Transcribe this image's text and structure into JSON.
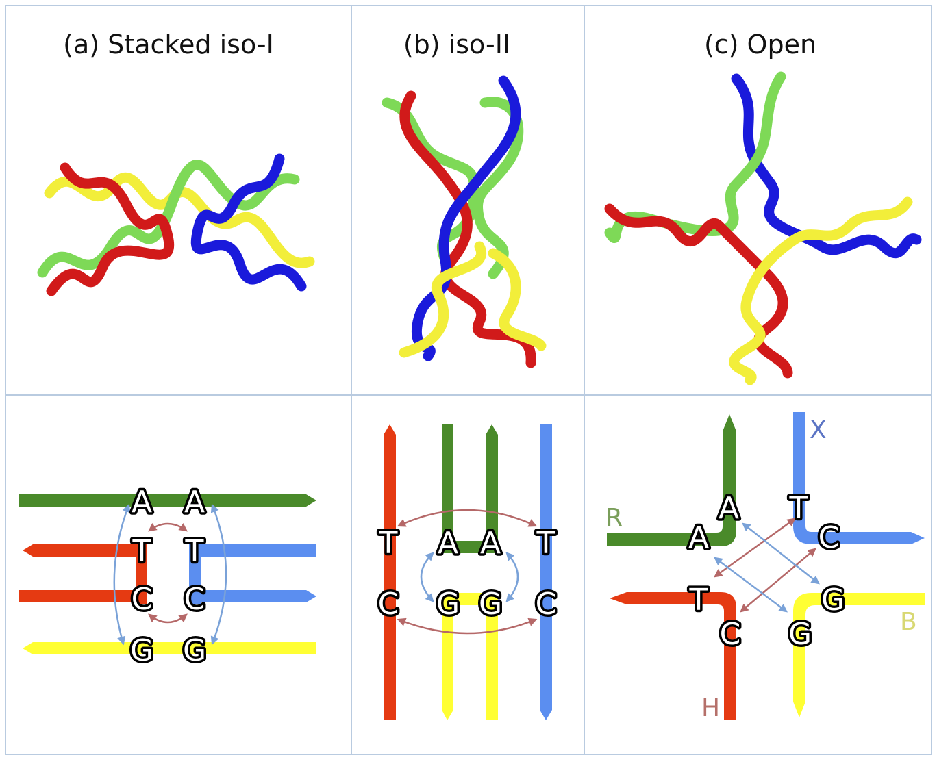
{
  "panels": [
    {
      "title": "(a) Stacked iso-I"
    },
    {
      "title": "(b) iso-II"
    },
    {
      "title": "(c) Open"
    }
  ],
  "diagram_a": {
    "bases": [
      "A",
      "A",
      "T",
      "T",
      "C",
      "C",
      "G",
      "G"
    ]
  },
  "diagram_b": {
    "bases": [
      "T",
      "A",
      "A",
      "T",
      "C",
      "G",
      "G",
      "C"
    ]
  },
  "diagram_c": {
    "bases": [
      "A",
      "A",
      "T",
      "C",
      "T",
      "C",
      "G",
      "G"
    ],
    "strand_labels": {
      "R": "R",
      "X": "X",
      "B": "B",
      "H": "H"
    }
  },
  "colors": {
    "green": "#4a8a2a",
    "red": "#e53a12",
    "blue": "#5b8ef0",
    "yellow": "#ffff33",
    "arrow_red": "#b56868",
    "arrow_blue": "#7aa2d8",
    "grid": "#b9cbe0",
    "helix_green": "#7ed957",
    "helix_red": "#d11a1a",
    "helix_blue": "#1a1adb",
    "helix_yellow": "#f2ee3a"
  },
  "icons": [
    "stacked-iso-i-helix-model",
    "iso-ii-helix-model",
    "open-helix-model"
  ]
}
